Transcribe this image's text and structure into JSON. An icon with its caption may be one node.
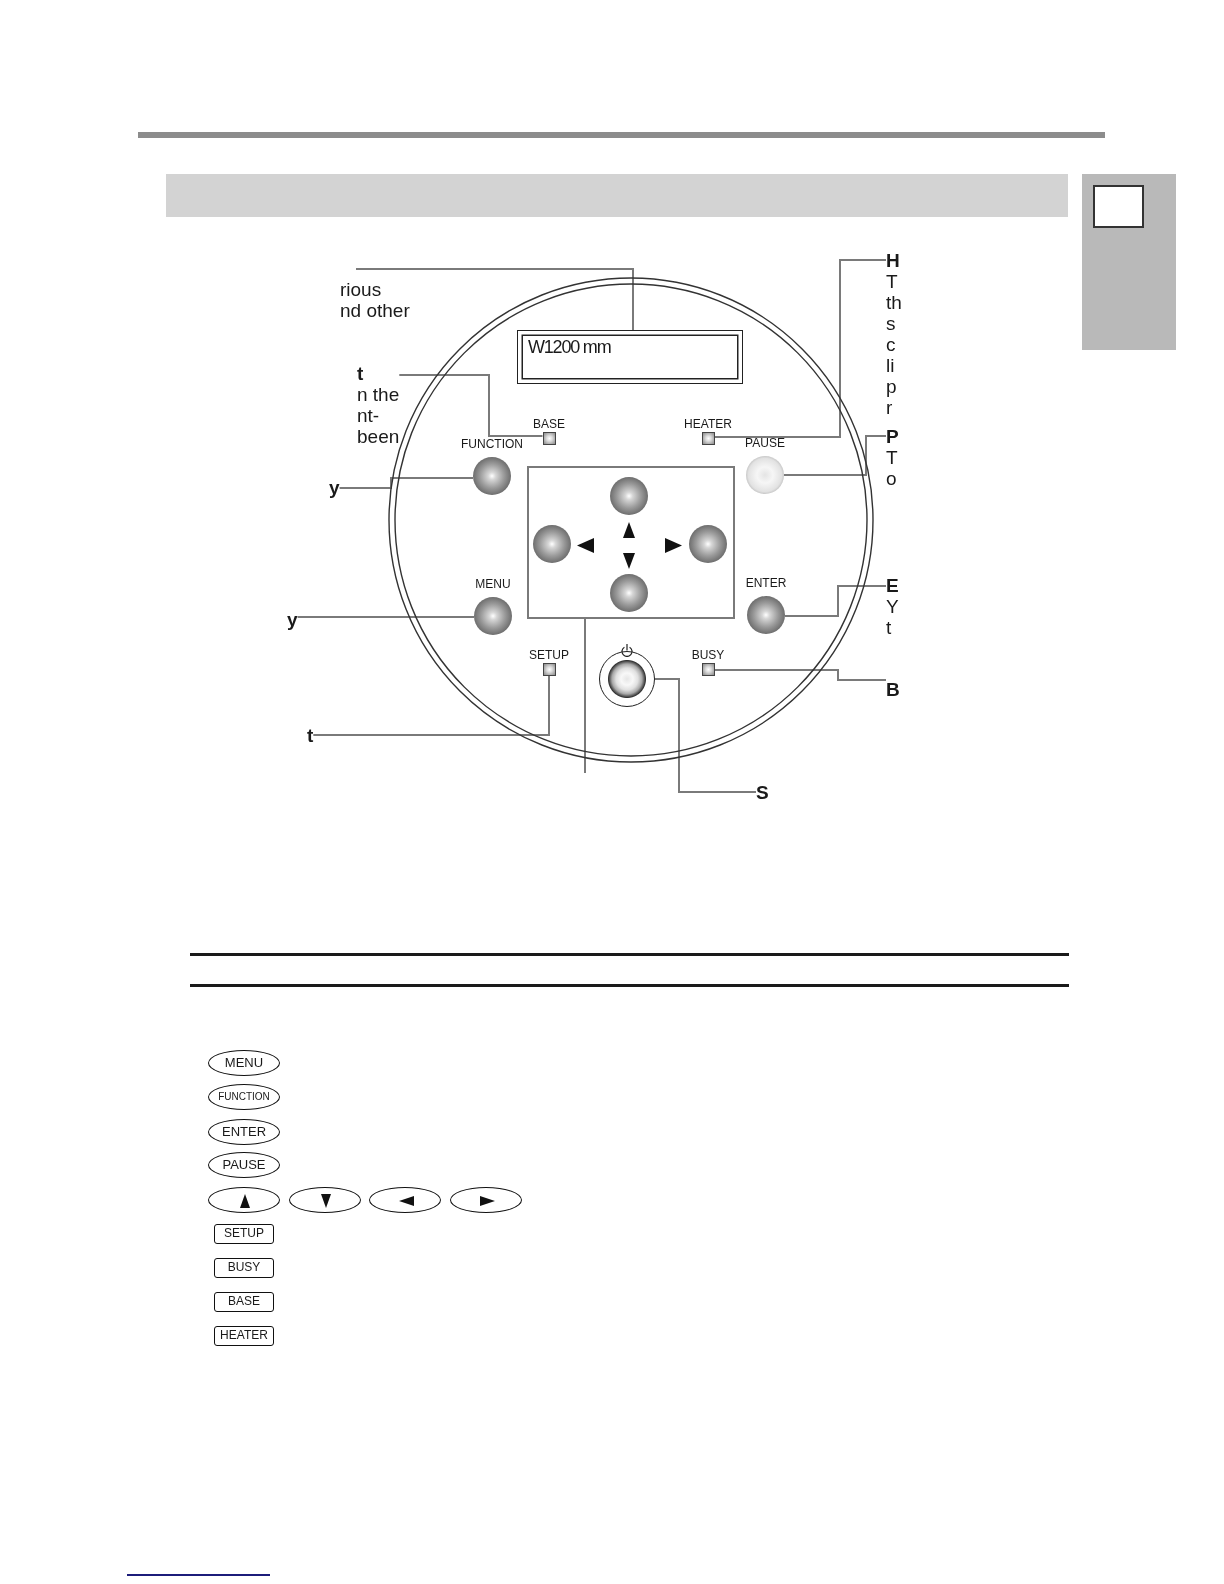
{
  "diagram": {
    "nodes": [
      {
        "text": [],
        "shape": "bar"
      },
      {
        "text": [],
        "shape": "bar"
      },
      {
        "text": [],
        "shape": "box",
        "in": 1
      },
      {
        "text": [
          "rious nd other"
        ]
      },
      {
        "text": [
          "H",
          "T th s c li p r"
        ]
      },
      {
        "text": [],
        "shape": "circle"
      },
      {
        "text": [
          "W1200 mm"
        ],
        "in": 5
      },
      {
        "text": [
          "t",
          "n the nt- been"
        ]
      },
      {
        "text": [
          "BASE"
        ],
        "in": 5
      },
      {
        "text": [
          "HEATER"
        ],
        "in": 5
      },
      {
        "text": [
          "P",
          "T o"
        ]
      },
      {
        "text": [
          "FUNCTION"
        ],
        "in": 5
      },
      {
        "text": [
          "PAUSE"
        ],
        "in": 5
      },
      {
        "text": [
          "y"
        ]
      },
      {
        "text": [],
        "shape": "box",
        "in": 5
      },
      {
        "text": [],
        "shape": "circle",
        "in": 14
      },
      {
        "text": [],
        "shape": "circle",
        "in": 14
      },
      {
        "text": [],
        "shape": "circle",
        "in": 14
      },
      {
        "text": [],
        "shape": "circle",
        "in": 14
      },
      {
        "text": [
          "E",
          "Y t"
        ]
      },
      {
        "text": [
          "MENU"
        ],
        "in": 5
      },
      {
        "text": [
          "ENTER"
        ],
        "in": 5
      },
      {
        "text": [
          "y"
        ]
      },
      {
        "text": [
          "SETUP"
        ],
        "in": 5
      },
      {
        "text": [
          "BUSY"
        ],
        "in": 5
      },
      {
        "text": [],
        "shape": "circle",
        "in": 5
      },
      {
        "text": [
          "B"
        ]
      },
      {
        "text": [
          "t"
        ]
      },
      {
        "text": [
          "S"
        ]
      },
      {
        "text": [
          "MENU"
        ]
      },
      {
        "text": [
          "FUNCTION"
        ]
      },
      {
        "text": [
          "ENTER"
        ]
      },
      {
        "text": [
          "PAUSE"
        ]
      },
      {
        "text": [],
        "shape": "ellipse"
      },
      {
        "text": [],
        "shape": "ellipse"
      },
      {
        "text": [],
        "shape": "ellipse"
      },
      {
        "text": [],
        "shape": "ellipse"
      },
      {
        "text": [
          "SETUP"
        ]
      },
      {
        "text": [
          "BUSY"
        ]
      },
      {
        "text": [
          "BASE"
        ]
      },
      {
        "text": [
          "HEATER"
        ]
      }
    ],
    "edges": [
      {
        "from": 3,
        "to": 6,
        "arrow": "none"
      },
      {
        "from": 7,
        "to": 8,
        "arrow": "none"
      },
      {
        "from": 4,
        "to": 9,
        "arrow": "none"
      },
      {
        "from": 10,
        "to": 12,
        "arrow": "none"
      },
      {
        "from": 13,
        "to": 11,
        "arrow": "none"
      },
      {
        "from": 22,
        "to": 20,
        "arrow": "none"
      },
      {
        "from": 19,
        "to": 21,
        "arrow": "none"
      },
      {
        "from": 26,
        "to": 24,
        "arrow": "none"
      },
      {
        "from": 27,
        "to": 23,
        "arrow": "none"
      },
      {
        "from": 28,
        "to": 25,
        "arrow": "none"
      },
      {
        "from": 14,
        "to": null,
        "arrow": "none"
      }
    ]
  }
}
